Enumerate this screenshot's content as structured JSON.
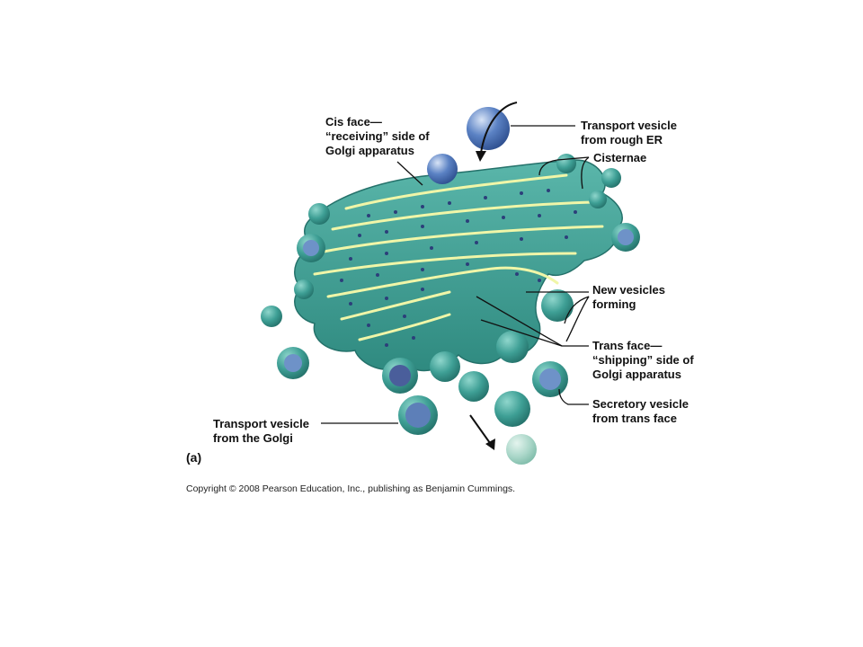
{
  "figure": {
    "panel_label": "(a)",
    "copyright": "Copyright © 2008 Pearson Education, Inc., publishing as Benjamin Cummings."
  },
  "labels": {
    "cis_face": "Cis face—\n“receiving” side of\nGolgi apparatus",
    "transport_vesicle_er": "Transport vesicle\nfrom rough ER",
    "cisternae": "Cisternae",
    "new_vesicles": "New vesicles\nforming",
    "trans_face": "Trans face—\n“shipping” side of\nGolgi apparatus",
    "secretory_vesicle": "Secretory vesicle\nfrom trans face",
    "transport_vesicle_golgi": "Transport vesicle\nfrom the Golgi"
  },
  "colors": {
    "membrane": "#3e9f95",
    "membrane_dark": "#2a7a72",
    "lumen_edge": "#f0f6a8",
    "vesicle_er": "#4a6fb5",
    "background": "#ffffff"
  }
}
